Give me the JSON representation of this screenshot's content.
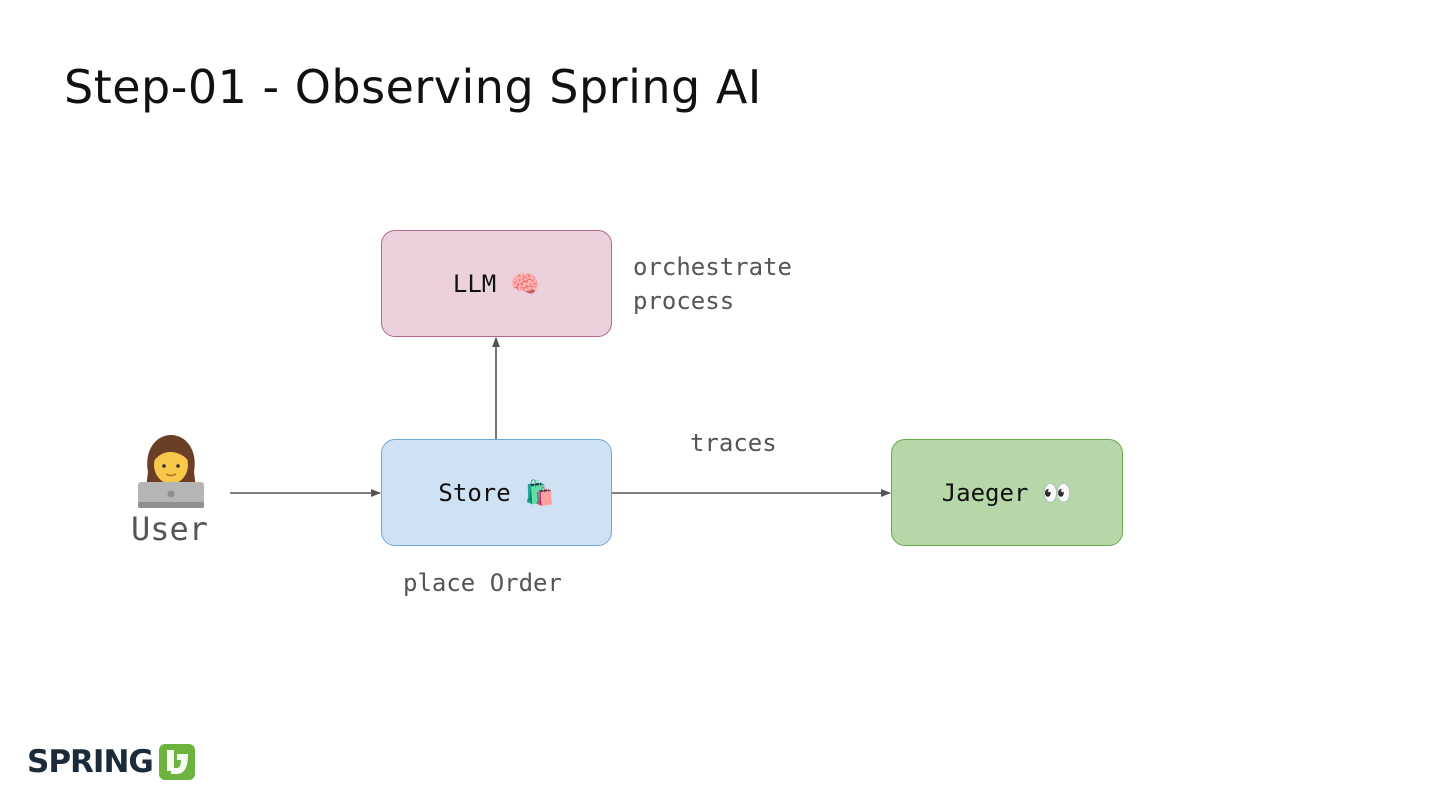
{
  "slide": {
    "title": "Step-01 - Observing Spring AI"
  },
  "nodes": {
    "llm": {
      "label": "LLM",
      "emoji": "🧠"
    },
    "store": {
      "label": "Store",
      "emoji": "🛍️"
    },
    "jaeger": {
      "label": "Jaeger",
      "emoji": "👀"
    },
    "user": {
      "label": "User",
      "icon": "woman-technologist-icon"
    }
  },
  "annotations": {
    "orchestrate_line1": "orchestrate",
    "orchestrate_line2": "process",
    "traces": "traces",
    "place_order": "place Order"
  },
  "logo": {
    "text": "SPRING",
    "icon": "spring-io-logo-icon"
  },
  "colors": {
    "llm_fill": "#ead1dc",
    "llm_border": "#b5678f",
    "store_fill": "#cfe2f3",
    "store_border": "#6fa8dc",
    "jaeger_fill": "#b6d7a8",
    "jaeger_border": "#6aa84f",
    "arrow": "#555555",
    "spring_green": "#6db33f"
  }
}
